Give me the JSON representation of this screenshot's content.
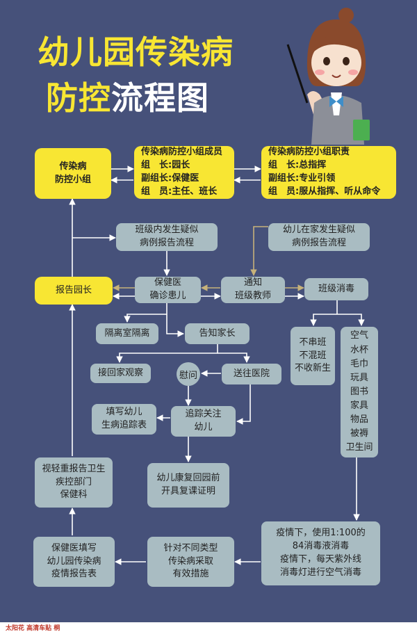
{
  "title": {
    "line1": "幼儿园传染病",
    "line2_part1": "防控",
    "line2_part2": "流程图"
  },
  "boxes": {
    "group": [
      "传染病",
      "防控小组"
    ],
    "members": [
      "传染病防控小组成员",
      "组　长:园长",
      "副组长:保健医",
      "组　员:主任、班长"
    ],
    "duties": [
      "传染病防控小组职责",
      "组　长:总指挥",
      "副组长:专业引领",
      "组　员:服从指挥、听从命令"
    ],
    "class_suspect": [
      "班级内发生疑似",
      "病例报告流程"
    ],
    "home_suspect": [
      "幼儿在家发生疑似",
      "病例报告流程"
    ],
    "report": "报告园长",
    "doctor": [
      "保健医",
      "确诊患儿"
    ],
    "notify": [
      "通知",
      "班级教师"
    ],
    "disinfect": "班级消毒",
    "isolate": "隔离室隔离",
    "inform": "告知家长",
    "no_mix": [
      "不串班",
      "不混班",
      "不收新生"
    ],
    "items": [
      "空气",
      "水杯",
      "毛巾",
      "玩具",
      "图书",
      "家具",
      "物品",
      "被褥",
      "卫生间"
    ],
    "home_observe": "接回家观察",
    "comfort": "慰问",
    "hospital": "送往医院",
    "fill_form": [
      "填写幼儿",
      "生病追踪表"
    ],
    "track": [
      "追踪关注",
      "幼儿"
    ],
    "recover": [
      "幼儿康复回园前",
      "开具复课证明"
    ],
    "severity": [
      "视轻重报告卫生",
      "疾控部门",
      "保健科"
    ],
    "fill_report": [
      "保健医填写",
      "幼儿园传染病",
      "疫情报告表"
    ],
    "measures": [
      "针对不同类型",
      "传染病采取",
      "有效措施"
    ],
    "epidemic": [
      "疫情下，使用1:100的",
      "84消毒液消毒",
      "疫情下，每天紫外线",
      "消毒灯进行空气消毒"
    ]
  },
  "footer": "太阳花 高清车贴 桐",
  "colors": {
    "background": "#46517a",
    "yellow": "#f8e633",
    "box": "#a9bcc2",
    "line": "#ffffff",
    "accent_arrow": "#c7b27a"
  }
}
